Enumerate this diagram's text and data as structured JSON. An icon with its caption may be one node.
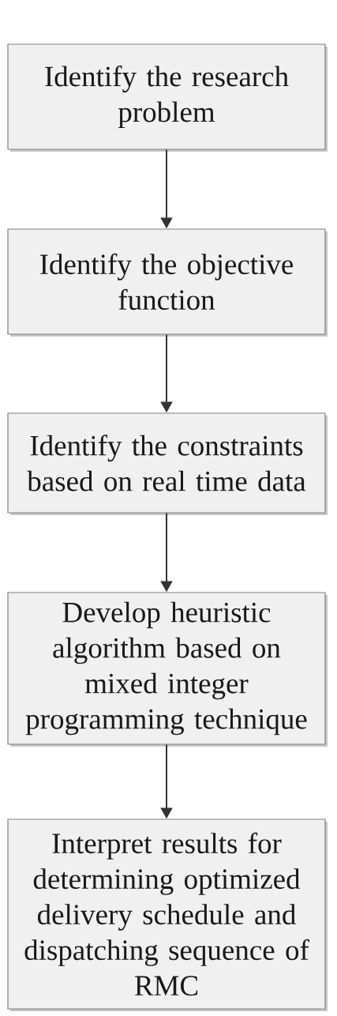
{
  "diagram": {
    "nodes": [
      {
        "text": [
          "Identify the research problem"
        ]
      },
      {
        "text": [
          "Identify the objective function"
        ]
      },
      {
        "text": [
          "Identify the constraints based on real time data"
        ]
      },
      {
        "text": [
          "Develop heuristic algorithm based on mixed integer programming technique"
        ]
      },
      {
        "text": [
          "Interpret results for determining optimized delivery schedule and dispatching sequence of RMC"
        ]
      }
    ],
    "edges": [
      {
        "from": 0,
        "to": 1,
        "arrow": "to"
      },
      {
        "from": 1,
        "to": 2,
        "arrow": "to"
      },
      {
        "from": 2,
        "to": 3,
        "arrow": "to"
      },
      {
        "from": 3,
        "to": 4,
        "arrow": "to"
      }
    ]
  }
}
